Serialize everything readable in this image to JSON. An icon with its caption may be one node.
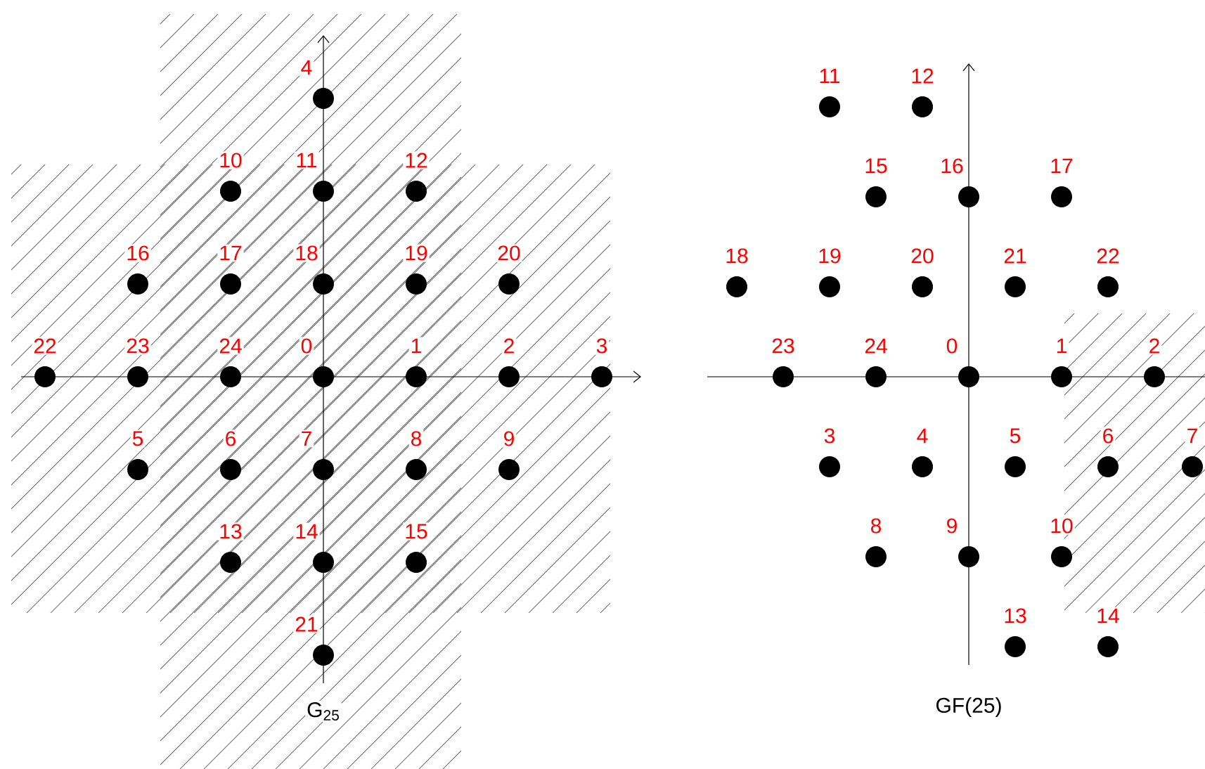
{
  "diagram": {
    "nodes": [
      {
        "text": [],
        "shape": "circle",
        "beside": [
          "4"
        ]
      },
      {
        "text": [],
        "shape": "circle",
        "beside": [
          "10"
        ]
      },
      {
        "text": [],
        "shape": "circle",
        "beside": [
          "11"
        ]
      },
      {
        "text": [],
        "shape": "circle",
        "beside": [
          "12"
        ]
      },
      {
        "text": [],
        "shape": "circle",
        "beside": [
          "16"
        ]
      },
      {
        "text": [],
        "shape": "circle",
        "beside": [
          "17"
        ]
      },
      {
        "text": [],
        "shape": "circle",
        "beside": [
          "18"
        ]
      },
      {
        "text": [],
        "shape": "circle",
        "beside": [
          "19"
        ]
      },
      {
        "text": [],
        "shape": "circle",
        "beside": [
          "20"
        ]
      },
      {
        "text": [],
        "shape": "circle",
        "beside": [
          "22"
        ]
      },
      {
        "text": [],
        "shape": "circle",
        "beside": [
          "23"
        ]
      },
      {
        "text": [],
        "shape": "circle",
        "beside": [
          "24"
        ]
      },
      {
        "text": [],
        "shape": "circle",
        "beside": [
          "0"
        ]
      },
      {
        "text": [],
        "shape": "circle",
        "beside": [
          "1"
        ]
      },
      {
        "text": [],
        "shape": "circle",
        "beside": [
          "2"
        ]
      },
      {
        "text": [],
        "shape": "circle",
        "beside": [
          "3"
        ]
      },
      {
        "text": [],
        "shape": "circle",
        "beside": [
          "5"
        ]
      },
      {
        "text": [],
        "shape": "circle",
        "beside": [
          "6"
        ]
      },
      {
        "text": [],
        "shape": "circle",
        "beside": [
          "7"
        ]
      },
      {
        "text": [],
        "shape": "circle",
        "beside": [
          "8"
        ]
      },
      {
        "text": [],
        "shape": "circle",
        "beside": [
          "9"
        ]
      },
      {
        "text": [],
        "shape": "circle",
        "beside": [
          "13"
        ]
      },
      {
        "text": [],
        "shape": "circle",
        "beside": [
          "14"
        ]
      },
      {
        "text": [],
        "shape": "circle",
        "beside": [
          "15"
        ]
      },
      {
        "text": [],
        "shape": "circle",
        "beside": [
          "21"
        ]
      },
      {
        "text": [],
        "shape": "circle",
        "beside": [
          "11"
        ]
      },
      {
        "text": [],
        "shape": "circle",
        "beside": [
          "12"
        ]
      },
      {
        "text": [],
        "shape": "circle",
        "beside": [
          "15"
        ]
      },
      {
        "text": [],
        "shape": "circle",
        "beside": [
          "16"
        ]
      },
      {
        "text": [],
        "shape": "circle",
        "beside": [
          "17"
        ]
      },
      {
        "text": [],
        "shape": "circle",
        "beside": [
          "18"
        ]
      },
      {
        "text": [],
        "shape": "circle",
        "beside": [
          "19"
        ]
      },
      {
        "text": [],
        "shape": "circle",
        "beside": [
          "20"
        ]
      },
      {
        "text": [],
        "shape": "circle",
        "beside": [
          "21"
        ]
      },
      {
        "text": [],
        "shape": "circle",
        "beside": [
          "22"
        ]
      },
      {
        "text": [],
        "shape": "circle",
        "beside": [
          "23"
        ]
      },
      {
        "text": [],
        "shape": "circle",
        "beside": [
          "24"
        ]
      },
      {
        "text": [],
        "shape": "circle",
        "beside": [
          "0"
        ]
      },
      {
        "text": [],
        "shape": "circle",
        "beside": [
          "1"
        ]
      },
      {
        "text": [],
        "shape": "circle",
        "beside": [
          "2"
        ]
      },
      {
        "text": [],
        "shape": "circle",
        "beside": [
          "3"
        ]
      },
      {
        "text": [],
        "shape": "circle",
        "beside": [
          "4"
        ]
      },
      {
        "text": [],
        "shape": "circle",
        "beside": [
          "5"
        ]
      },
      {
        "text": [],
        "shape": "circle",
        "beside": [
          "6"
        ]
      },
      {
        "text": [],
        "shape": "circle",
        "beside": [
          "7"
        ]
      },
      {
        "text": [],
        "shape": "circle",
        "beside": [
          "8"
        ]
      },
      {
        "text": [],
        "shape": "circle",
        "beside": [
          "9"
        ]
      },
      {
        "text": [],
        "shape": "circle",
        "beside": [
          "10"
        ]
      },
      {
        "text": [],
        "shape": "circle",
        "beside": [
          "13"
        ]
      },
      {
        "text": [],
        "shape": "circle",
        "beside": [
          "14"
        ]
      }
    ],
    "labels": [
      "G$_{25}$",
      "GF(25)"
    ]
  }
}
